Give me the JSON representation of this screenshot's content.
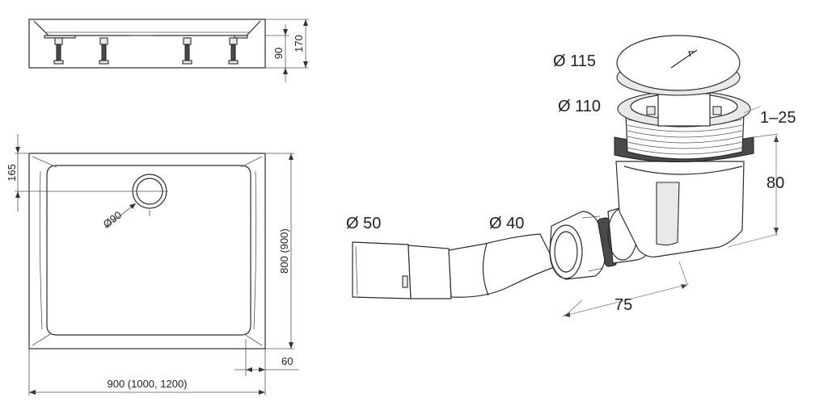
{
  "front_view": {
    "dim_total_height": "170",
    "dim_tray_height": "90"
  },
  "top_view": {
    "dim_drain_offset": "165",
    "dim_drain_diameter": "Ø90",
    "dim_depth": "800 (900)",
    "dim_width": "900 (1000, 1200)",
    "dim_drain_edge": "60"
  },
  "siphon": {
    "cover_diameter": "Ø 115",
    "flange_diameter": "Ø 110",
    "adjust_range": "1–25",
    "height": "80",
    "outlet_length": "75",
    "pipe_50": "Ø 50",
    "pipe_40": "Ø 40"
  }
}
